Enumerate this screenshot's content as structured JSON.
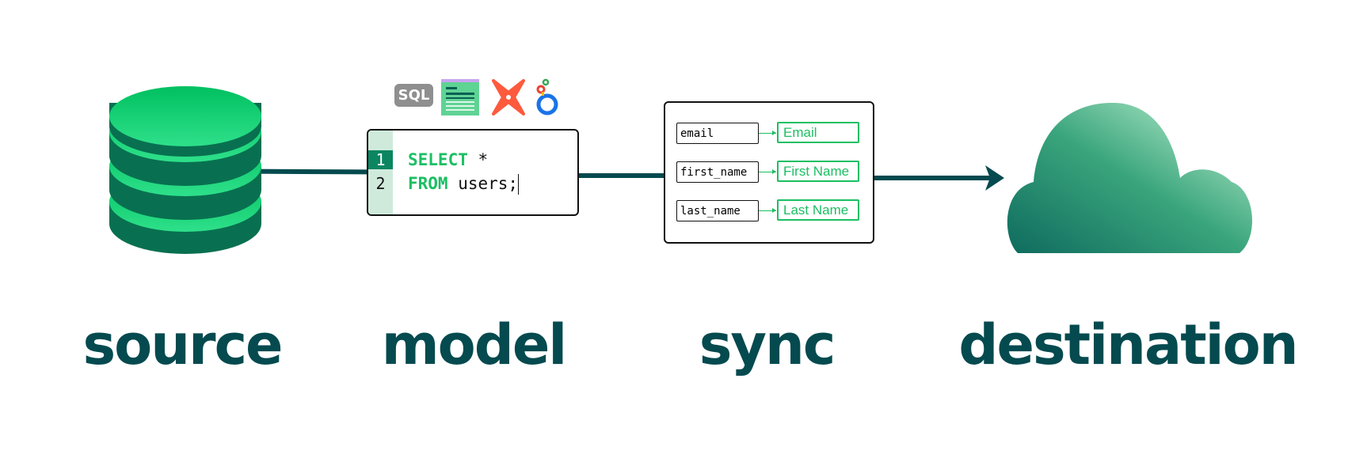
{
  "stages": {
    "source": "source",
    "model": "model",
    "sync": "sync",
    "destination": "destination"
  },
  "model": {
    "icons": [
      "sql-icon",
      "spreadsheet-icon",
      "dbt-icon",
      "looker-icon"
    ],
    "sql_badge": "SQL",
    "lines": [
      {
        "number": "1",
        "keyword": "SELECT",
        "rest": " *"
      },
      {
        "number": "2",
        "keyword": "FROM",
        "rest": " users;"
      }
    ]
  },
  "sync": {
    "mappings": [
      {
        "source": "email",
        "destination": "Email"
      },
      {
        "source": "first_name",
        "destination": "First Name"
      },
      {
        "source": "last_name",
        "destination": "Last Name"
      }
    ]
  },
  "colors": {
    "dark_teal": "#044a4f",
    "green": "#1bbf63",
    "gutter": "#cfeadb"
  }
}
